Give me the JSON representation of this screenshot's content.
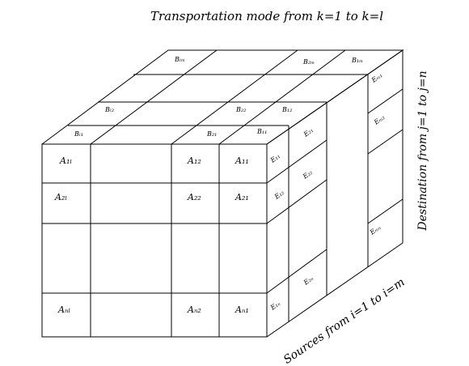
{
  "title": "Transportation mode from k=1 to k=l",
  "axis_right": "Destination from j=1 to j=n",
  "axis_bottom": "Sources from i=1 to i=m",
  "front_labels": {
    "a1l": "A₁ₗ",
    "a12": "A₁₂",
    "a11": "A₁₁",
    "a2l": "A₂ₗ",
    "a22": "A₂₂",
    "a21": "A₂₁",
    "anl": "Aₙₗ",
    "an2": "Aₙ₂",
    "an1": "Aₙ₁"
  },
  "top_labels": {
    "bl1": "Bₗ₁",
    "bl2": "Bₗ₂",
    "blm": "Bₗₘ",
    "b21": "B₂₁",
    "b22": "B₂₂",
    "b2m": "B₂ₘ",
    "b11": "B₁₁",
    "b12": "B₁₂",
    "b1m": "B₁ₘ"
  },
  "side_labels": {
    "e11": "E₁₁",
    "e12": "E₁₂",
    "e1n": "E₁ₙ",
    "e21": "E₂₁",
    "e22": "E₂₂",
    "e2n": "E₂ₙ",
    "em1": "Eₘ₁",
    "em2": "Eₘ₂",
    "emn": "Eₘₙ"
  }
}
